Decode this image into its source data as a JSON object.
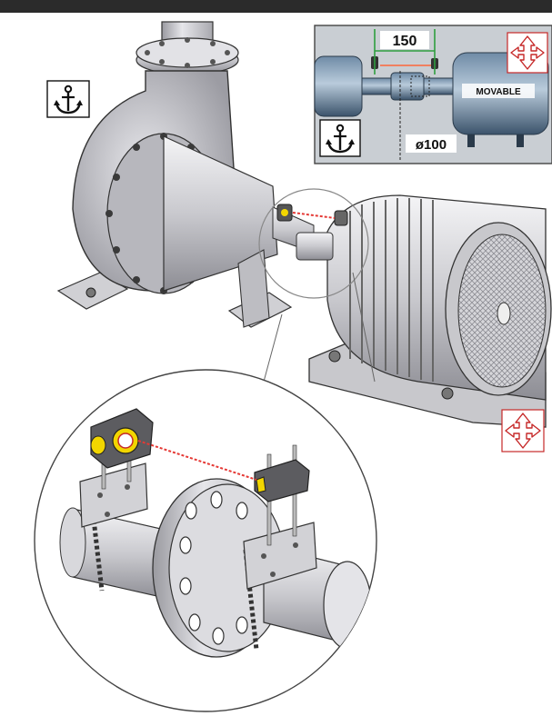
{
  "inset": {
    "dimension_distance": "150",
    "motor_label": "MOVABLE",
    "diameter": "ø100"
  },
  "icons": {
    "stationary": "anchor-icon",
    "movable": "four-way-arrows-icon"
  },
  "colors": {
    "laser_beam": "#e53935",
    "sensor_accent": "#f2d600",
    "arrow_icon": "#c62828",
    "dimension_line": "#2e9e3e",
    "coupling_highlight": "#f08060",
    "steel": "#c8c8cc"
  }
}
